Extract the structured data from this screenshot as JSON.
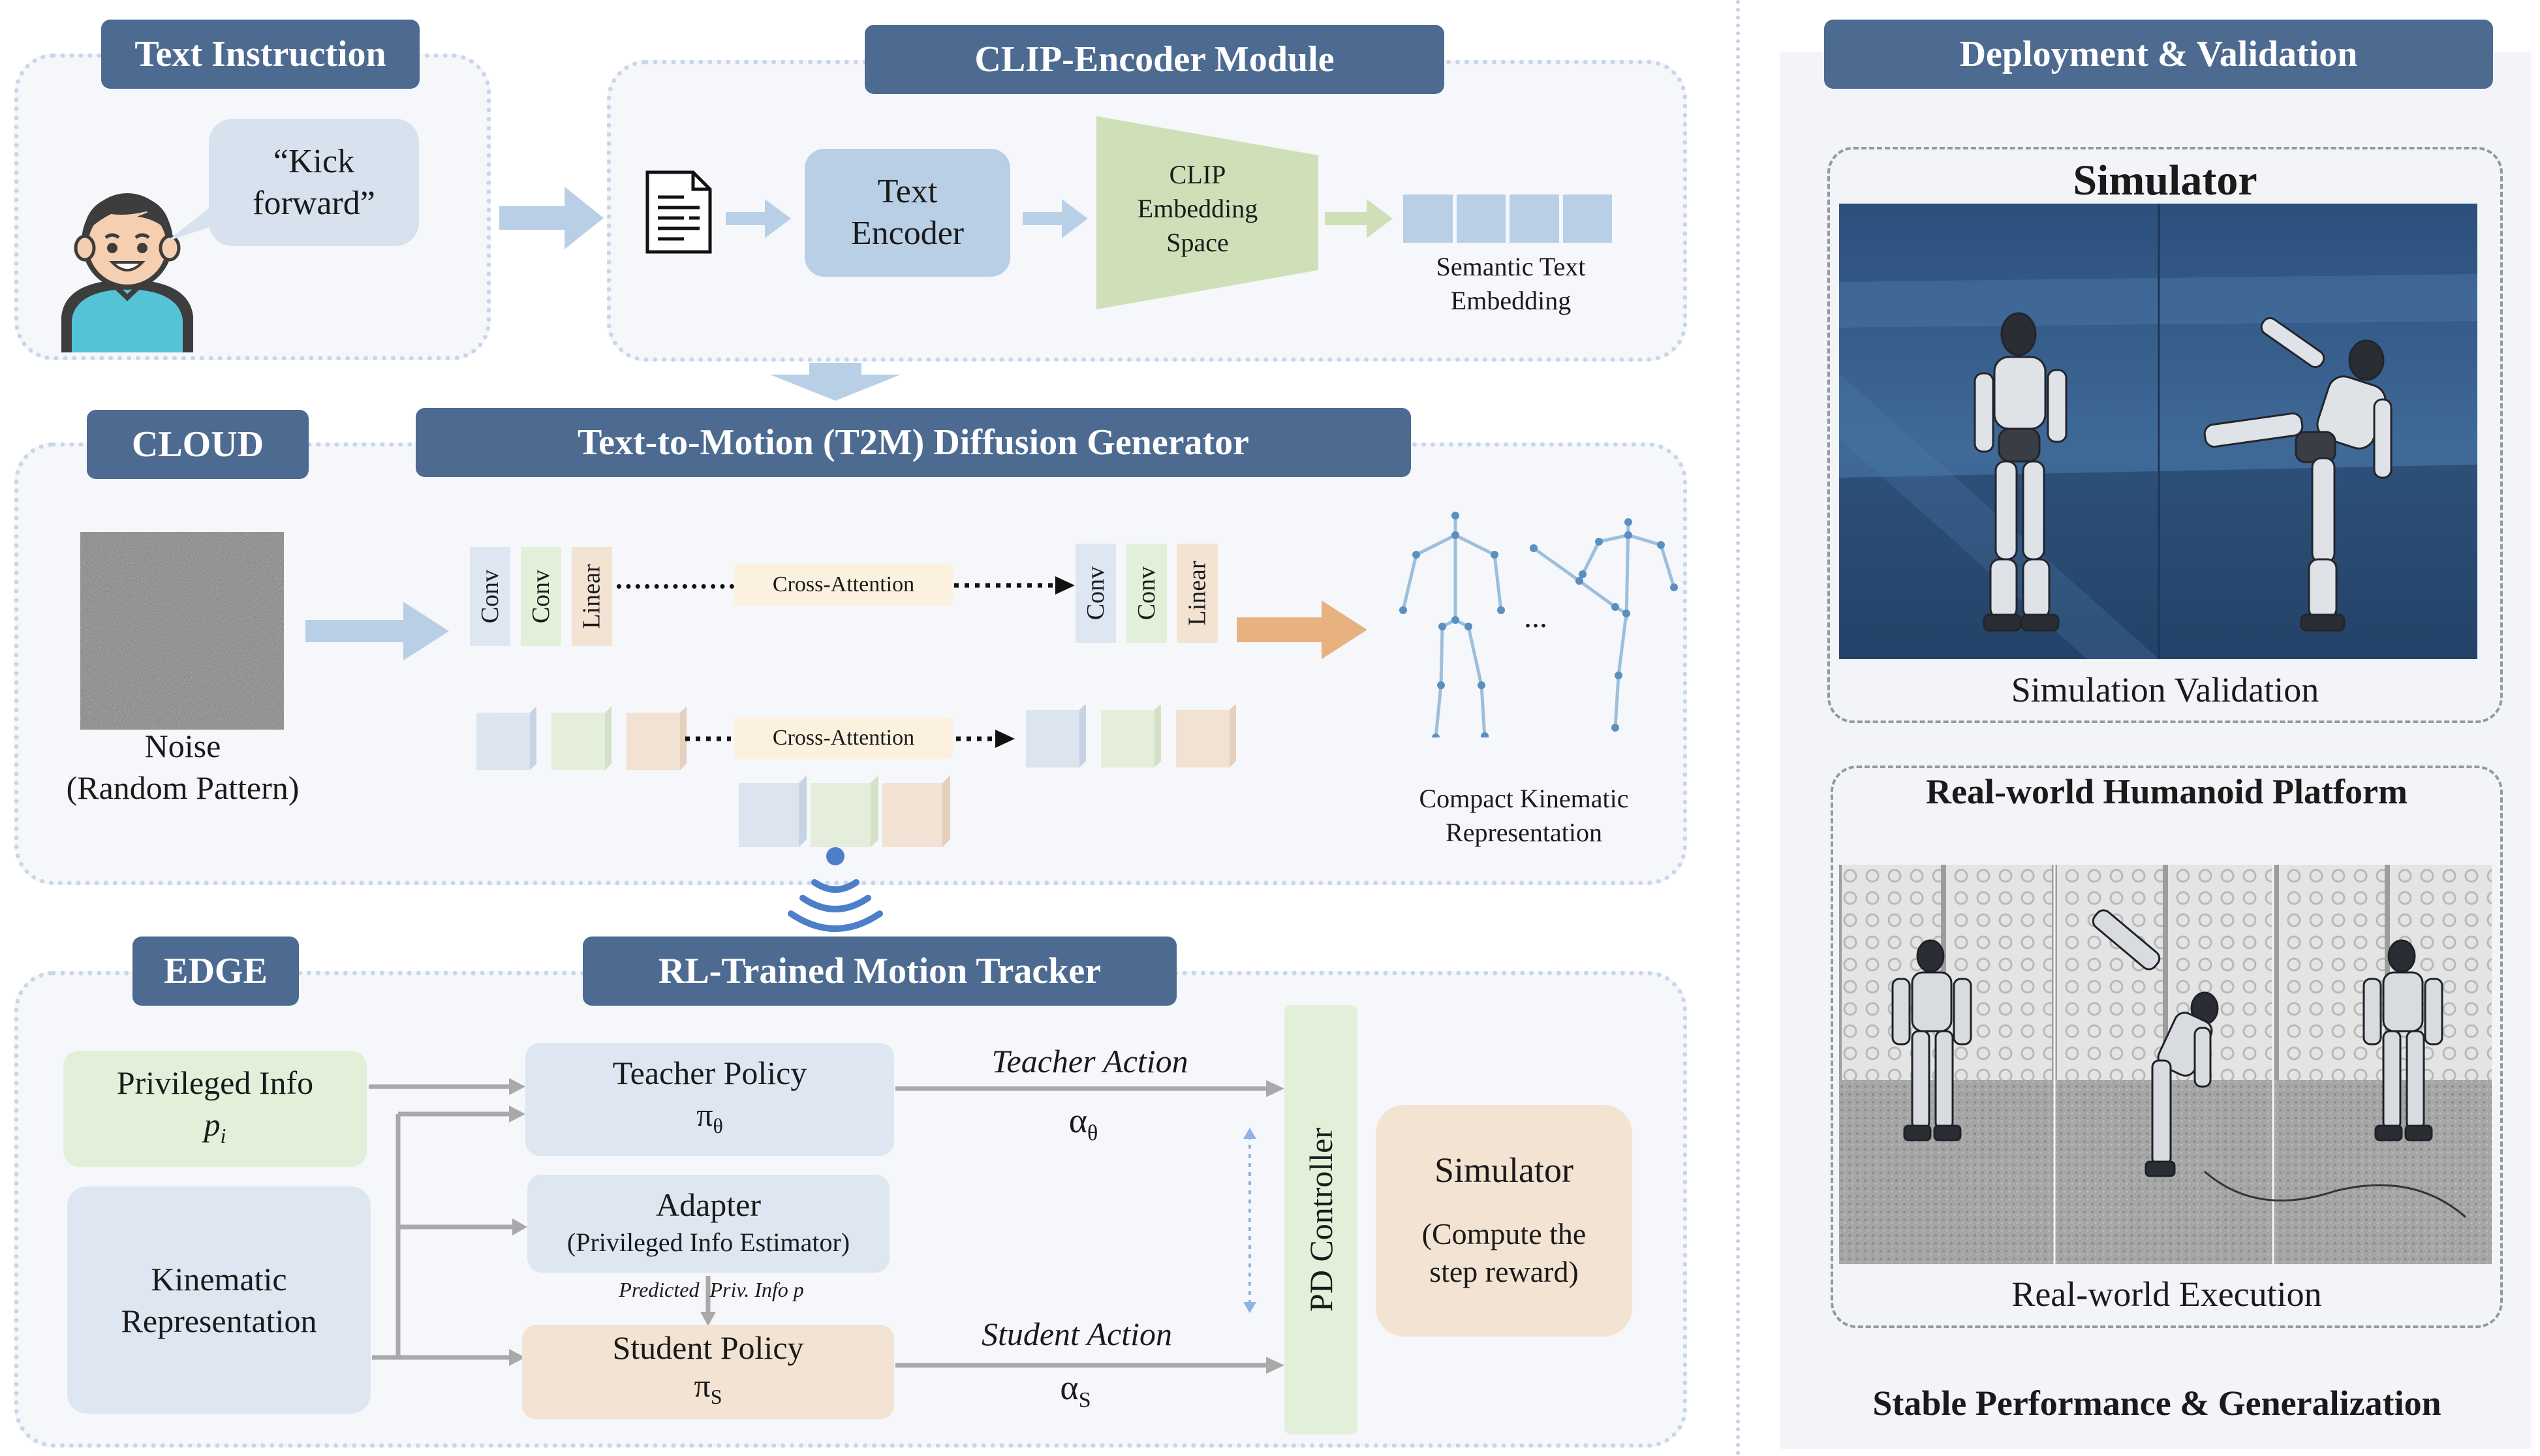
{
  "headers": {
    "text_instruction": "Text Instruction",
    "clip_module": "CLIP-Encoder Module",
    "deployment": "Deployment & Validation",
    "cloud": "CLOUD",
    "t2m": "Text-to-Motion (T2M) Diffusion Generator",
    "edge": "EDGE",
    "tracker": "RL-Trained Motion Tracker"
  },
  "instruction": {
    "speech_line1": "“Kick",
    "speech_line2": "forward”"
  },
  "clip": {
    "text_encoder_line1": "Text",
    "text_encoder_line2": "Encoder",
    "embed_space_line1": "CLIP",
    "embed_space_line2": "Embedding",
    "embed_space_line3": "Space",
    "semantic_line1": "Semantic Text",
    "semantic_line2": "Embedding"
  },
  "cloud": {
    "noise_line1": "Noise",
    "noise_line2": "(Random Pattern)",
    "conv": "Conv",
    "linear": "Linear",
    "cross_attention": "Cross-Attention",
    "ellipsis": "...",
    "compact_line1": "Compact Kinematic",
    "compact_line2": "Representation"
  },
  "edge": {
    "privileged_line1": "Privileged Info",
    "privileged_line2": "p",
    "privileged_sub": "i",
    "kinematic_line1": "Kinematic",
    "kinematic_line2": "Representation",
    "teacher_title": "Teacher Policy",
    "teacher_symbol": "π",
    "teacher_sub": "θ",
    "adapter_title": "Adapter",
    "adapter_sub": "(Privileged Info Estimator)",
    "predicted": "Predicted  Priv. Info p",
    "student_title": "Student Policy",
    "student_symbol": "π",
    "student_sub": "S",
    "teacher_action": "Teacher Action",
    "teacher_alpha": "α",
    "teacher_alpha_sub": "θ",
    "student_action": "Student Action",
    "student_alpha": "α",
    "student_alpha_sub": "S",
    "pd_controller": "PD Controller",
    "sim_title": "Simulator",
    "sim_line1": "(Compute the",
    "sim_line2": "step reward)"
  },
  "deploy": {
    "simulator_title": "Simulator",
    "sim_validation": "Simulation Validation",
    "real_platform": "Real-world Humanoid Platform",
    "real_execution": "Real-world Execution",
    "stable": "Stable Performance & Generalization"
  },
  "colors": {
    "header": "#4d6a91",
    "panel_border": "#c9d6ea",
    "arrow_blue": "#b9cfe6",
    "arrow_orange": "#e7b27f",
    "green_box": "#e3f0d9",
    "blue_box": "#dde6f1",
    "orange_box": "#f3e3d3",
    "clip_trapezoid": "#cfe0b9"
  }
}
